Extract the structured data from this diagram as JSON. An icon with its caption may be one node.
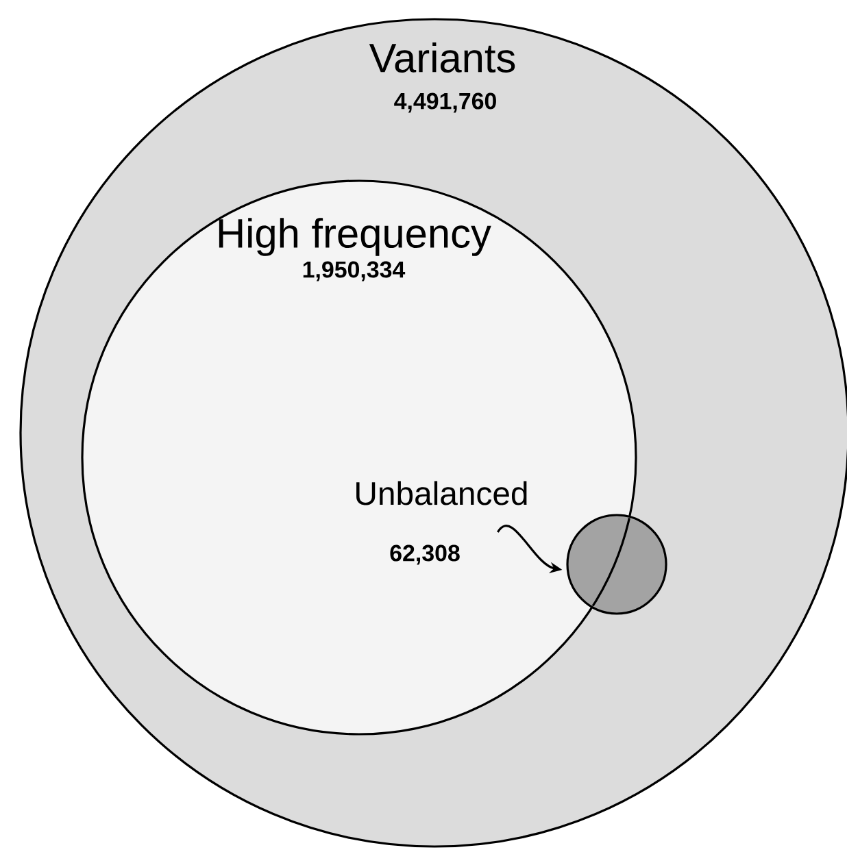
{
  "diagram": {
    "nodes": [
      {
        "text": [
          "Variants",
          "4,491,760"
        ]
      },
      {
        "text": [
          "High frequency",
          "1,950,334"
        ],
        "in": 0
      },
      {
        "text": [
          "Unbalanced",
          "62,308"
        ],
        "in": 1
      },
      {
        "text": [],
        "shape": "circle",
        "in": 0
      }
    ],
    "edges": [
      {
        "from": 2,
        "to": 3,
        "arrow": "to"
      }
    ]
  }
}
